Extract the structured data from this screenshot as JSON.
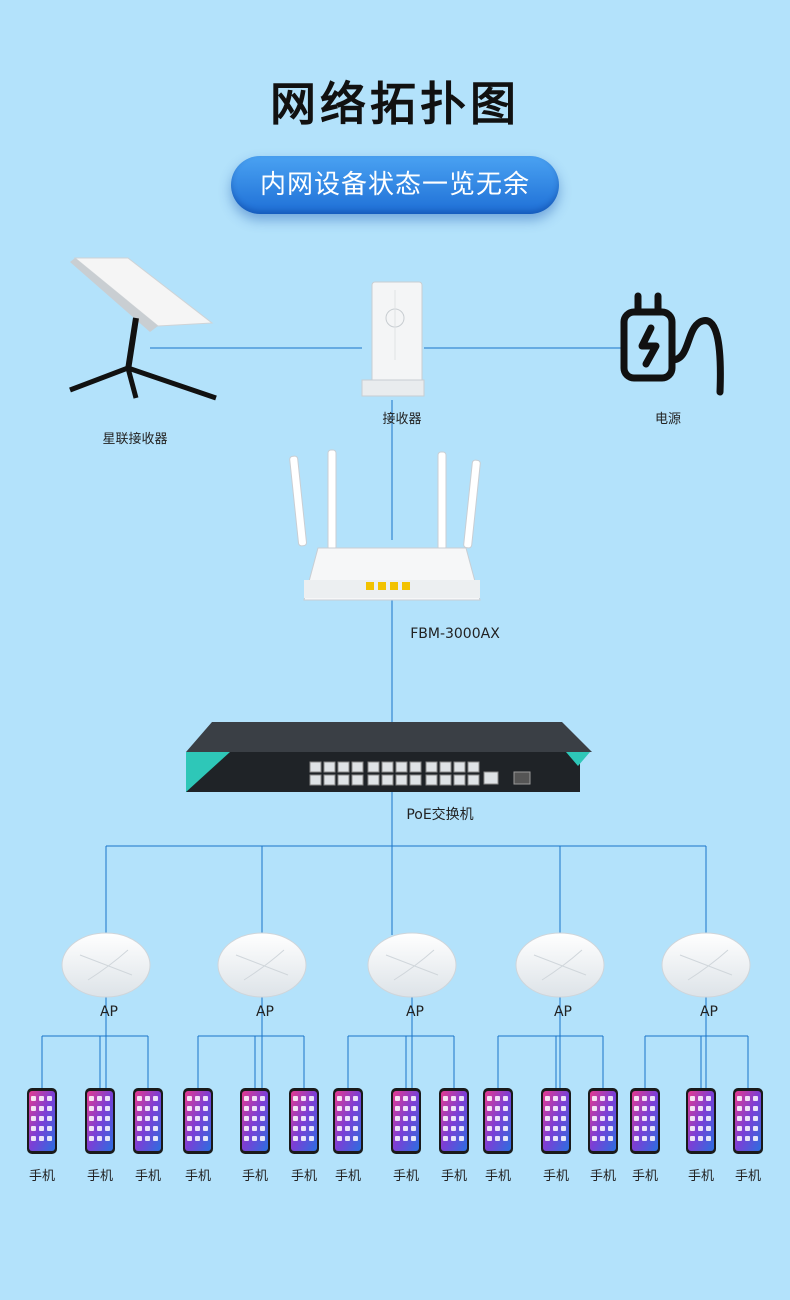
{
  "title": "网络拓扑图",
  "subtitle": "内网设备状态一览无余",
  "nodes": {
    "satellite": "星联接收器",
    "receiver": "接收器",
    "power": "电源",
    "router": "FBM-3000AX",
    "switch": "PoE交换机"
  },
  "ap_label": "AP",
  "phone_label": "手机",
  "colors": {
    "background": "#b3e2fb",
    "line": "#1a74c9",
    "pill": "#2a82e4"
  }
}
